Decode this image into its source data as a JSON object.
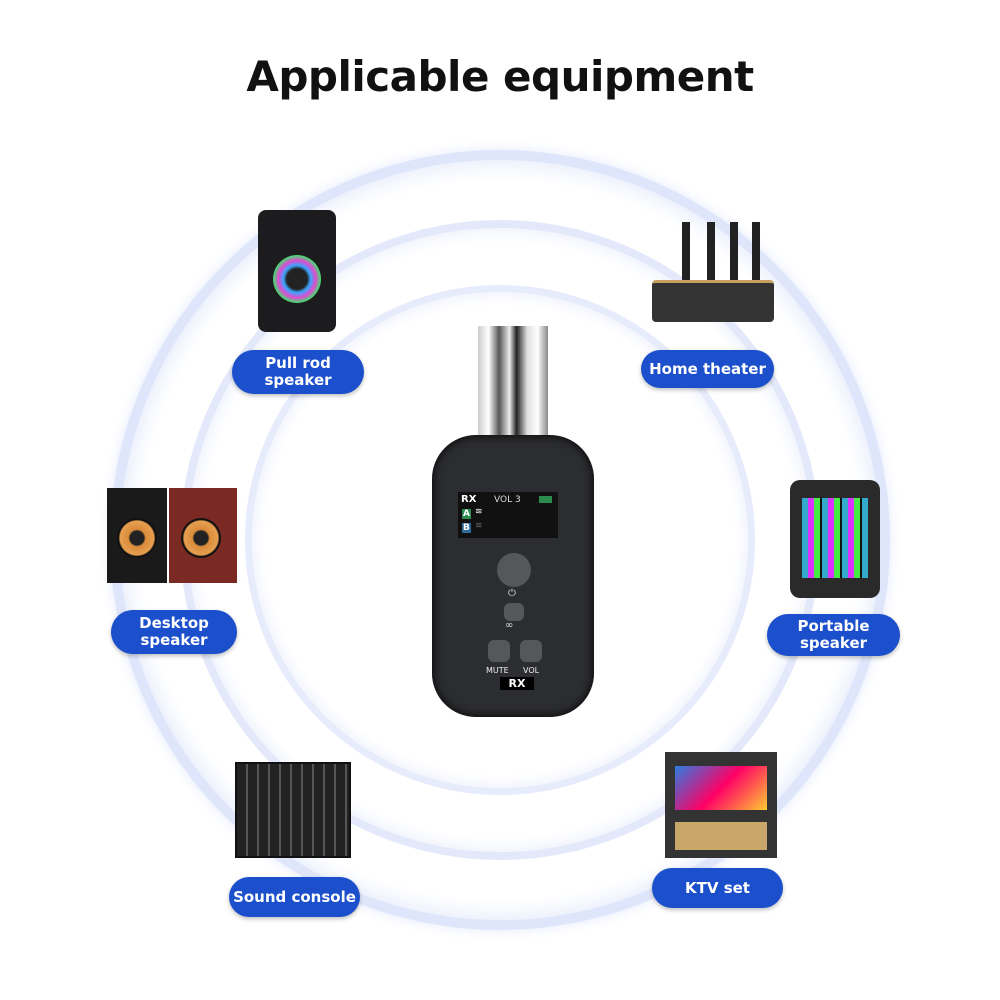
{
  "title": "Applicable equipment",
  "device": {
    "screen_mode": "RX",
    "screen_volume": "VOL 3",
    "channel_a": "A",
    "channel_b": "B",
    "mute_label": "MUTE",
    "vol_label": "VOL",
    "badge": "RX"
  },
  "equipment": [
    {
      "label": "Pull rod speaker",
      "icon": "pull-rod-speaker"
    },
    {
      "label": "Home theater",
      "icon": "home-theater"
    },
    {
      "label": "Desktop speaker",
      "icon": "desktop-speaker"
    },
    {
      "label": "Portable speaker",
      "icon": "portable-speaker"
    },
    {
      "label": "Sound console",
      "icon": "sound-console"
    },
    {
      "label": "KTV set",
      "icon": "ktv-set"
    }
  ],
  "colors": {
    "label_bg": "#1b4fcb",
    "ring": "#dfe6fb"
  }
}
